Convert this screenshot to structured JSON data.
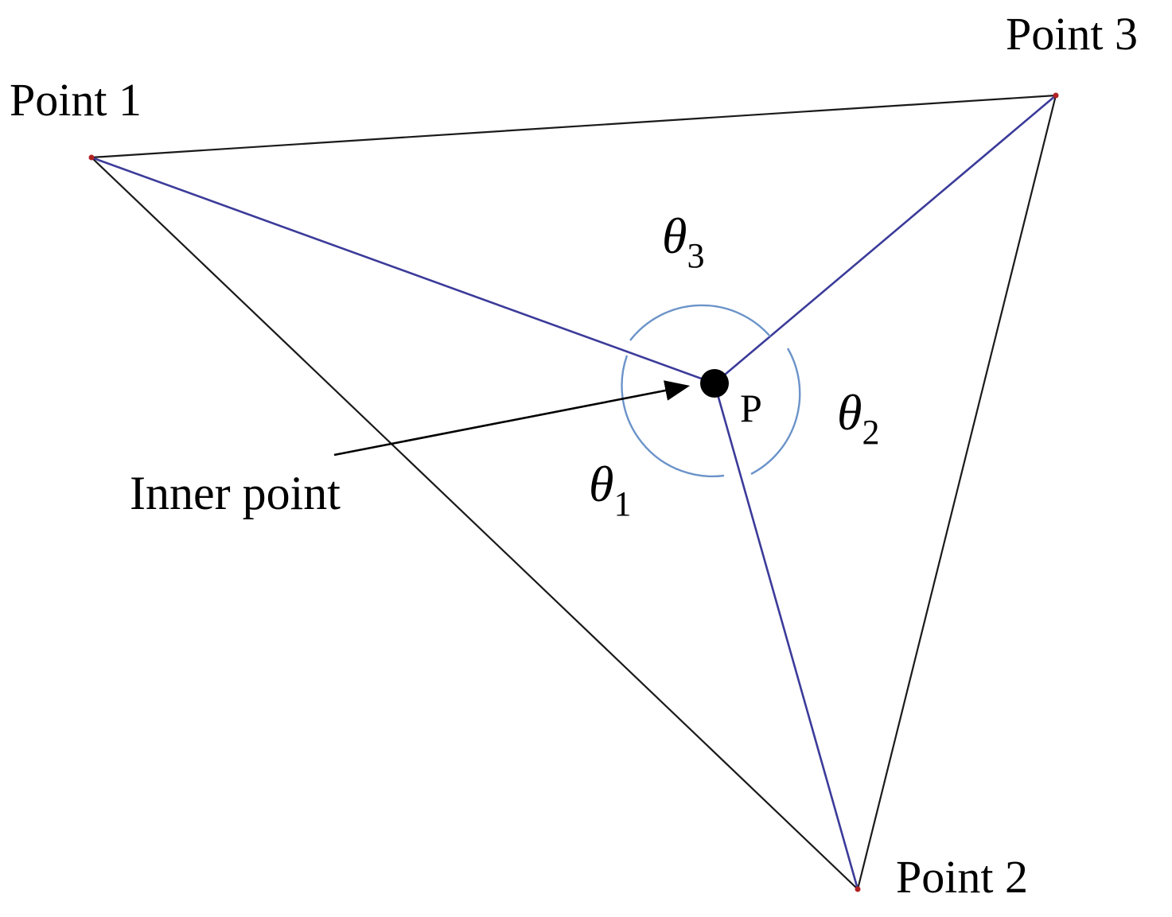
{
  "labels": {
    "point1": "Point 1",
    "point2": "Point 2",
    "point3": "Point 3",
    "inner_point_name": "P",
    "inner_point_caption": "Inner point"
  },
  "angles": [
    {
      "symbol": "θ",
      "subscript": "1"
    },
    {
      "symbol": "θ",
      "subscript": "2"
    },
    {
      "symbol": "θ",
      "subscript": "3"
    }
  ],
  "colors": {
    "triangle_edge": "#1a1a1a",
    "inner_segment": "#3b3b9a",
    "angle_arc": "#6b93c9",
    "vertex": "#b22222",
    "text": "#000000"
  }
}
